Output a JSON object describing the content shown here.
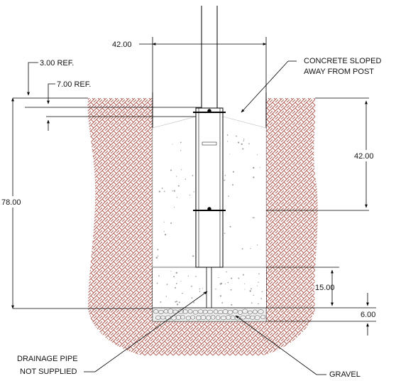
{
  "colors": {
    "soil": "#b0655c",
    "line": "#000000",
    "concrete_speck": "#9a9a9a",
    "gravel": "#7a7a7a",
    "background": "#ffffff"
  },
  "dimensions": {
    "width_top": "42.00",
    "ref_3": "3.00 REF.",
    "ref_7": "7.00 REF.",
    "total_depth": "78.00",
    "upper_depth": "42.00",
    "lower_depth": "15.00",
    "gravel_depth": "6.00"
  },
  "notes": {
    "concrete_line1": "CONCRETE SLOPED",
    "concrete_line2": "AWAY FROM POST",
    "drainage_line1": "DRAINAGE PIPE",
    "drainage_line2": "NOT SUPPLIED",
    "gravel": "GRAVEL"
  }
}
